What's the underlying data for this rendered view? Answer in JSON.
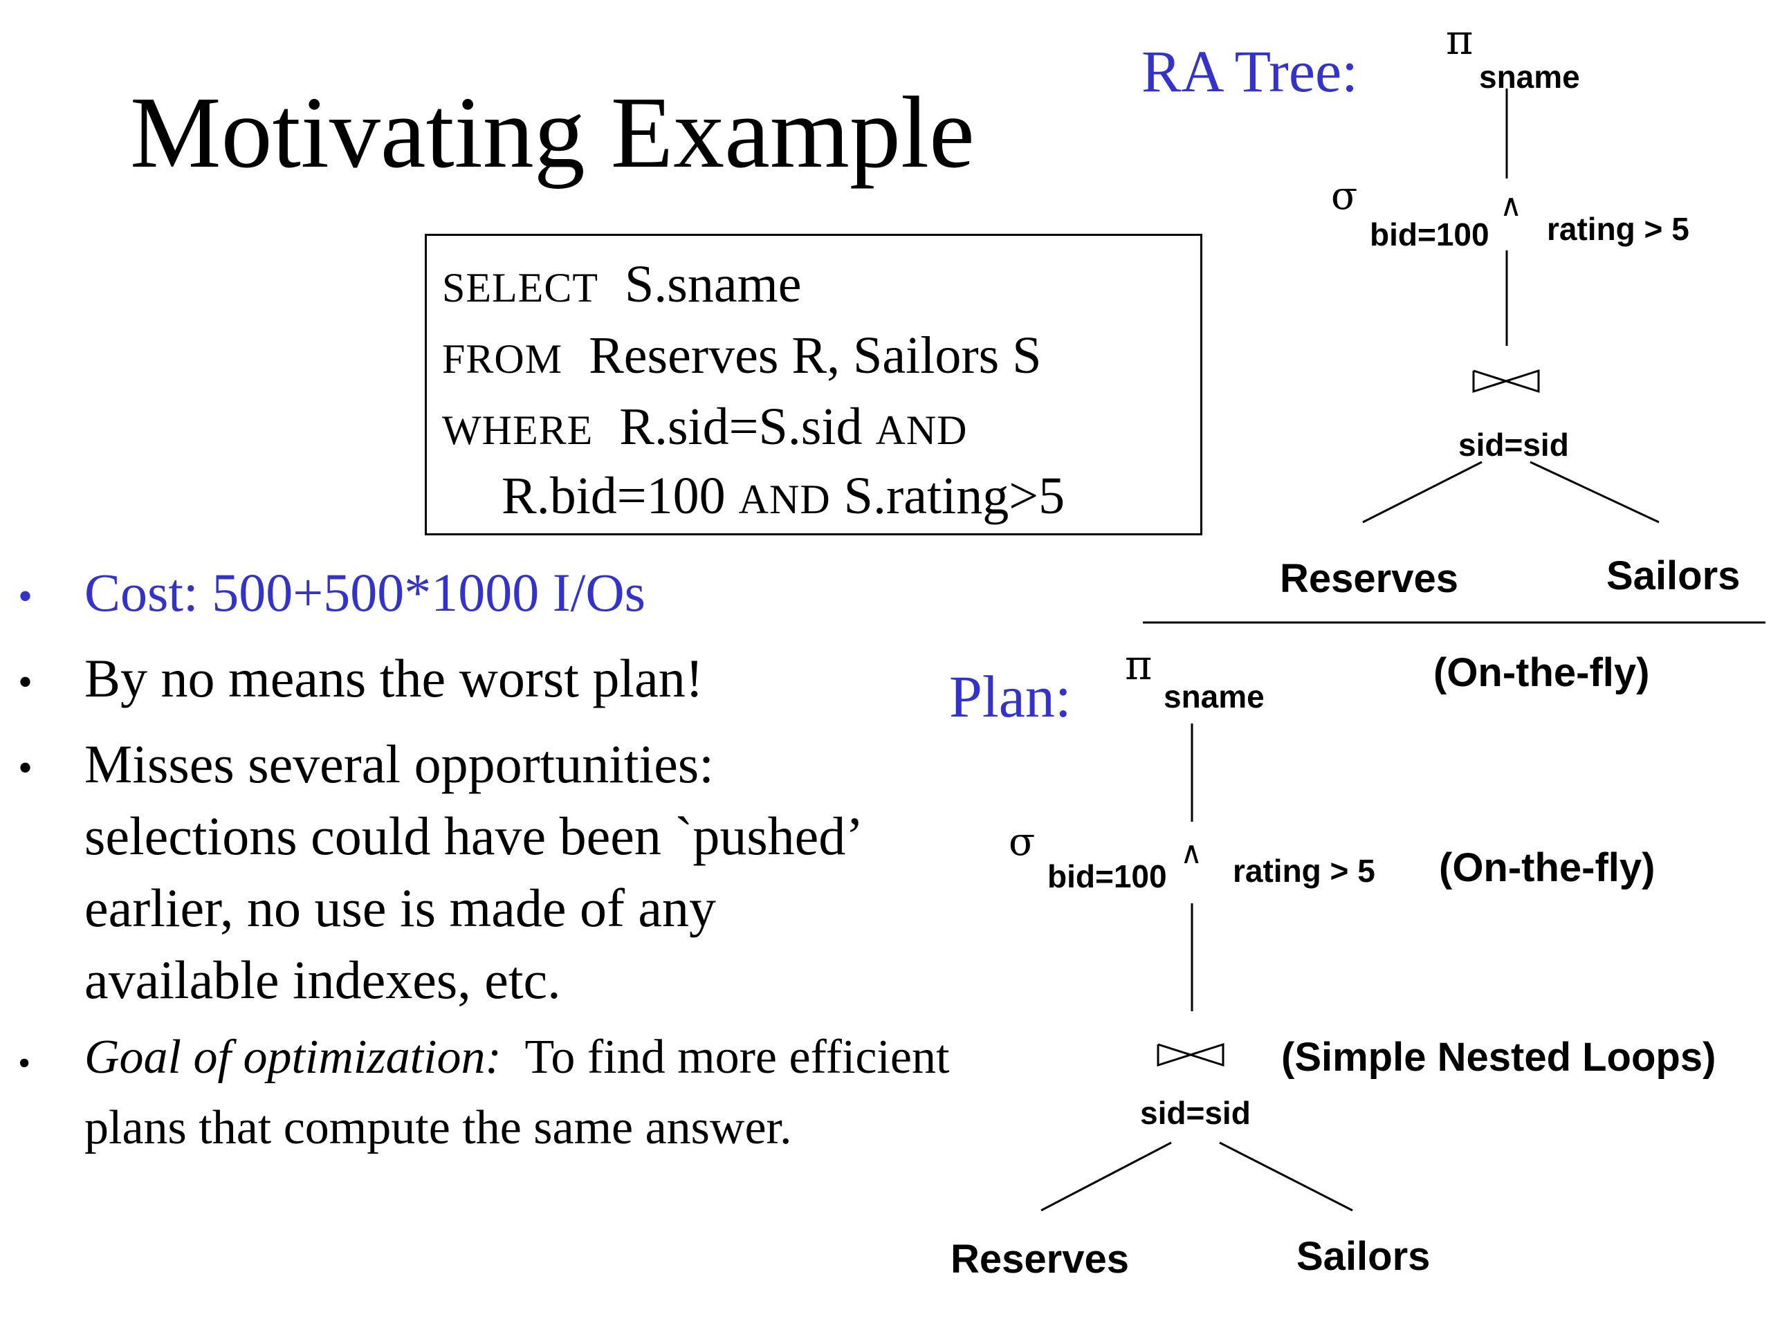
{
  "title": "Motivating Example",
  "sql": {
    "select_kw": "SELECT",
    "select_expr": "S.sname",
    "from_kw": "FROM",
    "from_expr": "Reserves R, Sailors S",
    "where_kw": "WHERE",
    "where_expr": "R.sid=S.sid",
    "and_kw_1": "AND",
    "line4_expr_1": "R.bid=100",
    "and_kw_2": "AND",
    "line4_expr_2": "S.rating>5"
  },
  "bullets": [
    {
      "text": "Cost:  500+500*1000 I/Os",
      "color": "#3333cc"
    },
    {
      "text": "By no means the worst plan!"
    },
    {
      "lines": [
        "Misses several opportunities:",
        "selections could have been `pushed’",
        "earlier, no use is made of any",
        "available indexes, etc."
      ]
    },
    {
      "italic": "Goal of optimization:",
      "rest": "  To find more efficient",
      "line2": "plans that compute the same answer."
    }
  ],
  "bullet_symbol": "•",
  "ra_tree": {
    "heading": "RA Tree:",
    "project_symbol": "π",
    "project_attr": "sname",
    "select_symbol": "σ",
    "select_cond_left": "bid=100",
    "and_symbol": "∧",
    "select_cond_right": "rating > 5",
    "join_symbol": "⋈",
    "join_cond": "sid=sid",
    "left_leaf": "Reserves",
    "right_leaf": "Sailors"
  },
  "plan": {
    "heading": "Plan:",
    "project_symbol": "π",
    "project_attr": "sname",
    "project_note": "(On-the-fly)",
    "select_symbol": "σ",
    "select_cond_left": "bid=100",
    "and_symbol": "∧",
    "select_cond_right": "rating > 5",
    "select_note": "(On-the-fly)",
    "join_symbol": "⋈",
    "join_cond": "sid=sid",
    "join_note": "(Simple Nested Loops)",
    "left_leaf": "Reserves",
    "right_leaf": "Sailors"
  },
  "colors": {
    "accent": "#3333cc",
    "text": "#000000",
    "background": "#ffffff"
  }
}
